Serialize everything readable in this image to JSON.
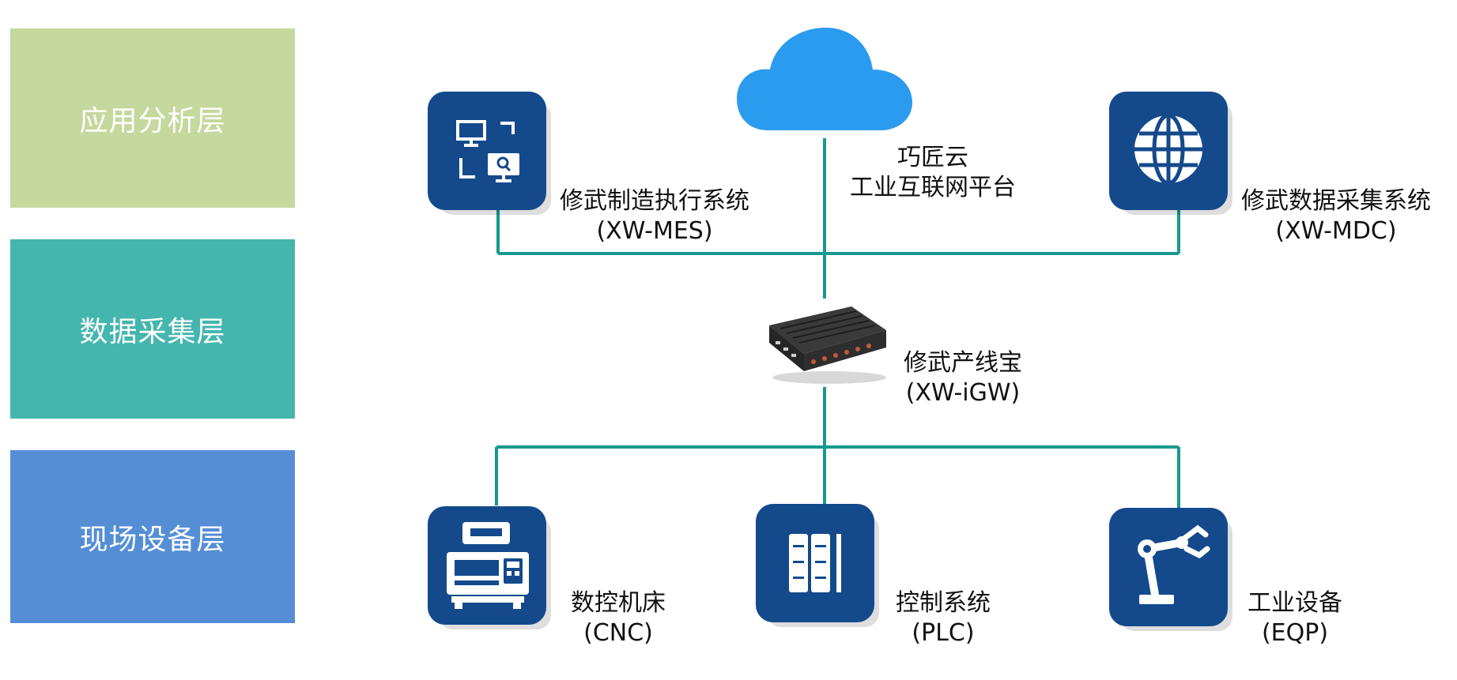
{
  "layers": {
    "application": {
      "label": "应用分析层",
      "color": "#c5d89d"
    },
    "collection": {
      "label": "数据采集层",
      "color": "#45b6ae"
    },
    "field": {
      "label": "现场设备层",
      "color": "#558ed5"
    }
  },
  "colors": {
    "tile": "#144a8c",
    "wire": "#16998f",
    "cloud": "#2b9bef"
  },
  "cloud": {
    "icon": "cloud-icon",
    "line1": "巧匠云",
    "line2": "工业互联网平台"
  },
  "mes": {
    "icon": "monitor-search-icon",
    "line1": "修武制造执行系统",
    "line2": "(XW-MES)"
  },
  "mdc": {
    "icon": "globe-icon",
    "line1": "修武数据采集系统",
    "line2": "(XW-MDC)"
  },
  "gateway": {
    "icon": "gateway-device-icon",
    "line1": "修武产线宝",
    "line2": "(XW-iGW)"
  },
  "cnc": {
    "icon": "cnc-machine-icon",
    "line1": "数控机床",
    "line2": "(CNC)"
  },
  "plc": {
    "icon": "plc-cabinet-icon",
    "line1": "控制系统",
    "line2": "(PLC)"
  },
  "eqp": {
    "icon": "robot-arm-icon",
    "line1": "工业设备",
    "line2": "(EQP)"
  }
}
